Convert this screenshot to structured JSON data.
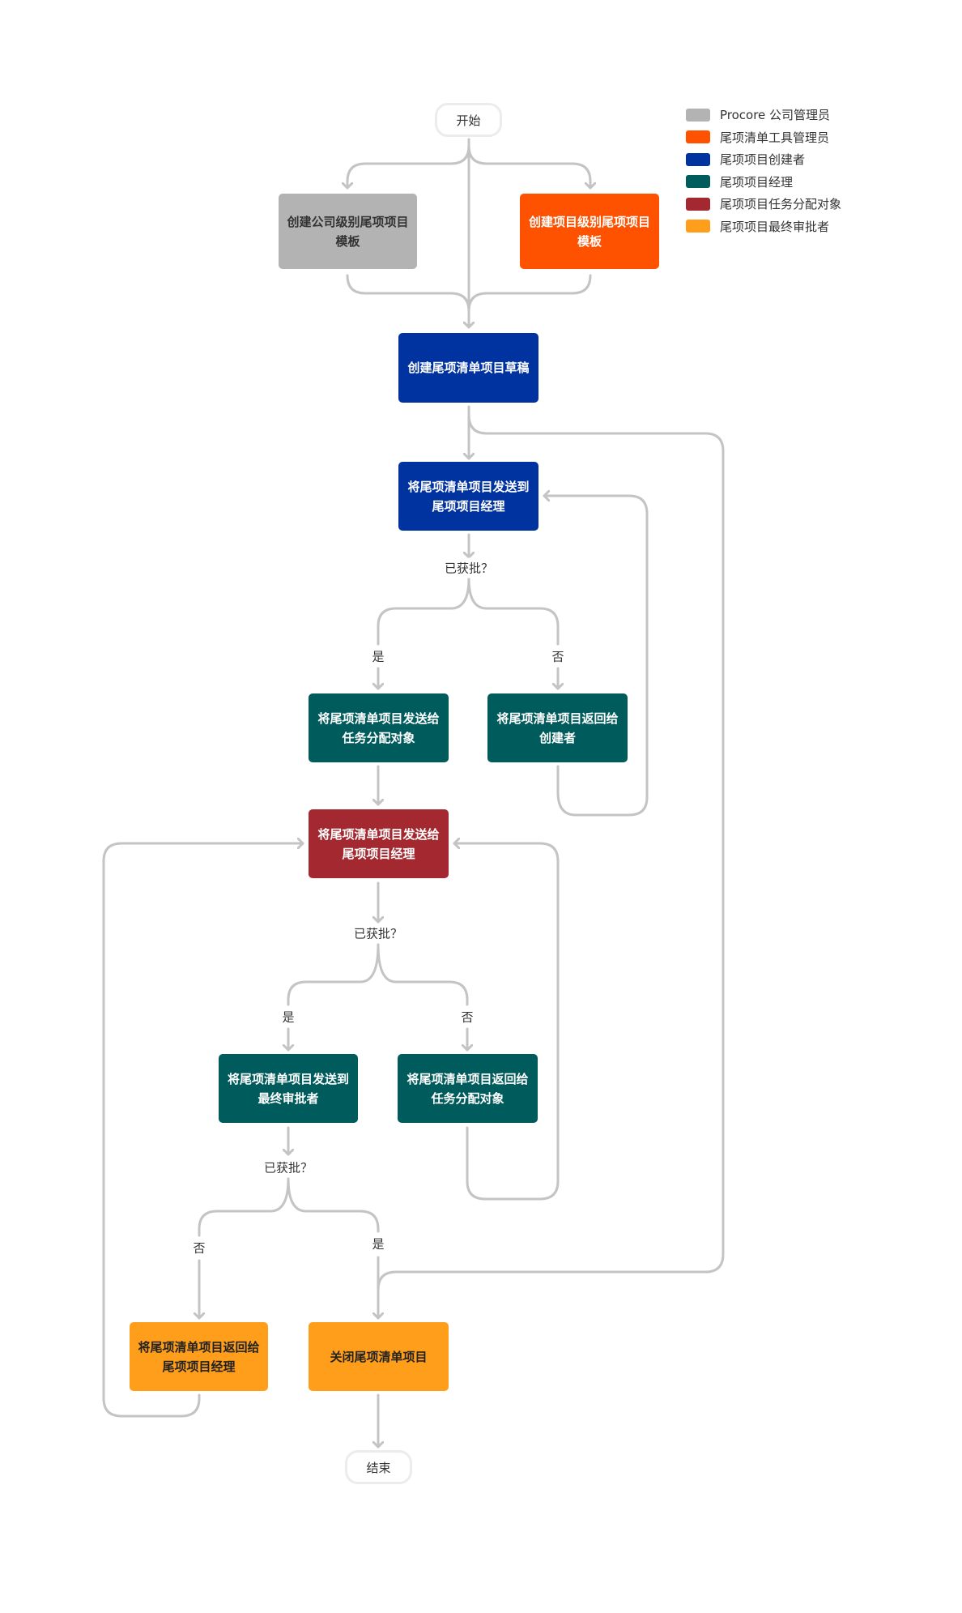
{
  "start": "开始",
  "end": "结束",
  "legend": [
    {
      "label": "Procore 公司管理员",
      "color": "#b3b3b3"
    },
    {
      "label": "尾项清单工具管理员",
      "color": "#ff5200"
    },
    {
      "label": "尾项项目创建者",
      "color": "#0033a0"
    },
    {
      "label": "尾项项目经理",
      "color": "#005c5c"
    },
    {
      "label": "尾项项目任务分配对象",
      "color": "#a3282f"
    },
    {
      "label": "尾项项目最终审批者",
      "color": "#ff9e1b"
    }
  ],
  "nodes": {
    "company_template": {
      "line1": "创建公司级别尾项项目",
      "line2": "模板"
    },
    "project_template": {
      "line1": "创建项目级别尾项项目",
      "line2": "模板"
    },
    "create_draft": {
      "line1": "创建尾项清单项目草稿"
    },
    "send_to_manager": {
      "line1": "将尾项清单项目发送到",
      "line2": "尾项项目经理"
    },
    "send_to_assignee": {
      "line1": "将尾项清单项目发送给",
      "line2": "任务分配对象"
    },
    "return_to_creator": {
      "line1": "将尾项清单项目返回给",
      "line2": "创建者"
    },
    "assignee_send_to_manager": {
      "line1": "将尾项清单项目发送给",
      "line2": "尾项项目经理"
    },
    "send_to_final_approver": {
      "line1": "将尾项清单项目发送到",
      "line2": "最终审批者"
    },
    "return_to_assignee": {
      "line1": "将尾项清单项目返回给",
      "line2": "任务分配对象"
    },
    "return_to_manager": {
      "line1": "将尾项清单项目返回给",
      "line2": "尾项项目经理"
    },
    "close_item": {
      "line1": "关闭尾项清单项目"
    }
  },
  "decisions": {
    "question": "已获批？",
    "yes": "是",
    "no": "否"
  }
}
